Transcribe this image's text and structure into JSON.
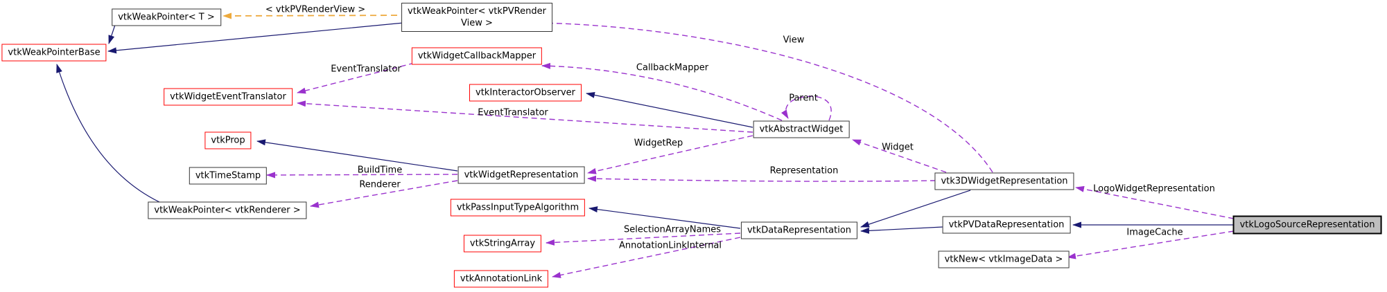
{
  "diagram": {
    "kind": "class collaboration graph",
    "focus_node": "vtkLogoSourceRepresentation",
    "colors": {
      "inheritance_edge": "#191970",
      "usage_edge": "#9a32cd",
      "template_edge": "#eda93c",
      "red_border": "#ff0000",
      "plain_border": "#353535",
      "highlight_fill": "#bfbfbf",
      "node_fill": "#ffffff",
      "text": "#000000",
      "background": "#ffffff"
    },
    "nodes": [
      {
        "id": "wpBase",
        "label": "vtkWeakPointerBase",
        "style": "red"
      },
      {
        "id": "wpT",
        "label": "vtkWeakPointer< T >",
        "style": "plain"
      },
      {
        "id": "wpPVRV",
        "label": "vtkWeakPointer< vtkPVRender\nView >",
        "style": "plain"
      },
      {
        "id": "wcbm",
        "label": "vtkWidgetCallbackMapper",
        "style": "red"
      },
      {
        "id": "wiObs",
        "label": "vtkInteractorObserver",
        "style": "red"
      },
      {
        "id": "wevt",
        "label": "vtkWidgetEventTranslator",
        "style": "red"
      },
      {
        "id": "prop",
        "label": "vtkProp",
        "style": "red"
      },
      {
        "id": "ts",
        "label": "vtkTimeStamp",
        "style": "plain"
      },
      {
        "id": "wpRen",
        "label": "vtkWeakPointer< vtkRenderer >",
        "style": "plain"
      },
      {
        "id": "wrep",
        "label": "vtkWidgetRepresentation",
        "style": "plain"
      },
      {
        "id": "aw",
        "label": "vtkAbstractWidget",
        "style": "plain"
      },
      {
        "id": "w3d",
        "label": "vtk3DWidgetRepresentation",
        "style": "plain"
      },
      {
        "id": "pita",
        "label": "vtkPassInputTypeAlgorithm",
        "style": "red"
      },
      {
        "id": "sa",
        "label": "vtkStringArray",
        "style": "red"
      },
      {
        "id": "al",
        "label": "vtkAnnotationLink",
        "style": "red"
      },
      {
        "id": "dr",
        "label": "vtkDataRepresentation",
        "style": "plain"
      },
      {
        "id": "pvdr",
        "label": "vtkPVDataRepresentation",
        "style": "plain"
      },
      {
        "id": "vnew",
        "label": "vtkNew< vtkImageData >",
        "style": "plain"
      },
      {
        "id": "lsr",
        "label": "vtkLogoSourceRepresentation",
        "style": "highlight"
      }
    ],
    "edges": [
      {
        "from": "wpT",
        "to": "wpBase",
        "type": "inheritance",
        "label": ""
      },
      {
        "from": "wpPVRV",
        "to": "wpBase",
        "type": "inheritance",
        "label": ""
      },
      {
        "from": "wpRen",
        "to": "wpBase",
        "type": "inheritance",
        "label": ""
      },
      {
        "from": "wpPVRV",
        "to": "wpT",
        "type": "template",
        "label": "< vtkPVRenderView >"
      },
      {
        "from": "wcbm",
        "to": "wevt",
        "type": "usage",
        "label": "EventTranslator"
      },
      {
        "from": "aw",
        "to": "wevt",
        "type": "usage",
        "label": "EventTranslator"
      },
      {
        "from": "aw",
        "to": "wcbm",
        "type": "usage",
        "label": "CallbackMapper"
      },
      {
        "from": "aw",
        "to": "wiObs",
        "type": "inheritance",
        "label": ""
      },
      {
        "from": "aw",
        "to": "aw",
        "type": "usage",
        "label": "Parent"
      },
      {
        "from": "aw",
        "to": "wrep",
        "type": "usage",
        "label": "WidgetRep"
      },
      {
        "from": "wrep",
        "to": "prop",
        "type": "inheritance",
        "label": ""
      },
      {
        "from": "wrep",
        "to": "ts",
        "type": "usage",
        "label": "BuildTime"
      },
      {
        "from": "wrep",
        "to": "wpRen",
        "type": "usage",
        "label": "Renderer"
      },
      {
        "from": "w3d",
        "to": "wpPVRV",
        "type": "usage",
        "label": "View"
      },
      {
        "from": "w3d",
        "to": "aw",
        "type": "usage",
        "label": "Widget"
      },
      {
        "from": "w3d",
        "to": "wrep",
        "type": "usage",
        "label": "Representation"
      },
      {
        "from": "w3d",
        "to": "dr",
        "type": "inheritance",
        "label": ""
      },
      {
        "from": "dr",
        "to": "pita",
        "type": "inheritance",
        "label": ""
      },
      {
        "from": "dr",
        "to": "sa",
        "type": "usage",
        "label": "SelectionArrayNames"
      },
      {
        "from": "dr",
        "to": "al",
        "type": "usage",
        "label": "AnnotationLinkInternal"
      },
      {
        "from": "pvdr",
        "to": "dr",
        "type": "inheritance",
        "label": ""
      },
      {
        "from": "lsr",
        "to": "pvdr",
        "type": "inheritance",
        "label": ""
      },
      {
        "from": "lsr",
        "to": "w3d",
        "type": "usage",
        "label": "LogoWidgetRepresentation"
      },
      {
        "from": "lsr",
        "to": "vnew",
        "type": "usage",
        "label": "ImageCache"
      }
    ]
  }
}
